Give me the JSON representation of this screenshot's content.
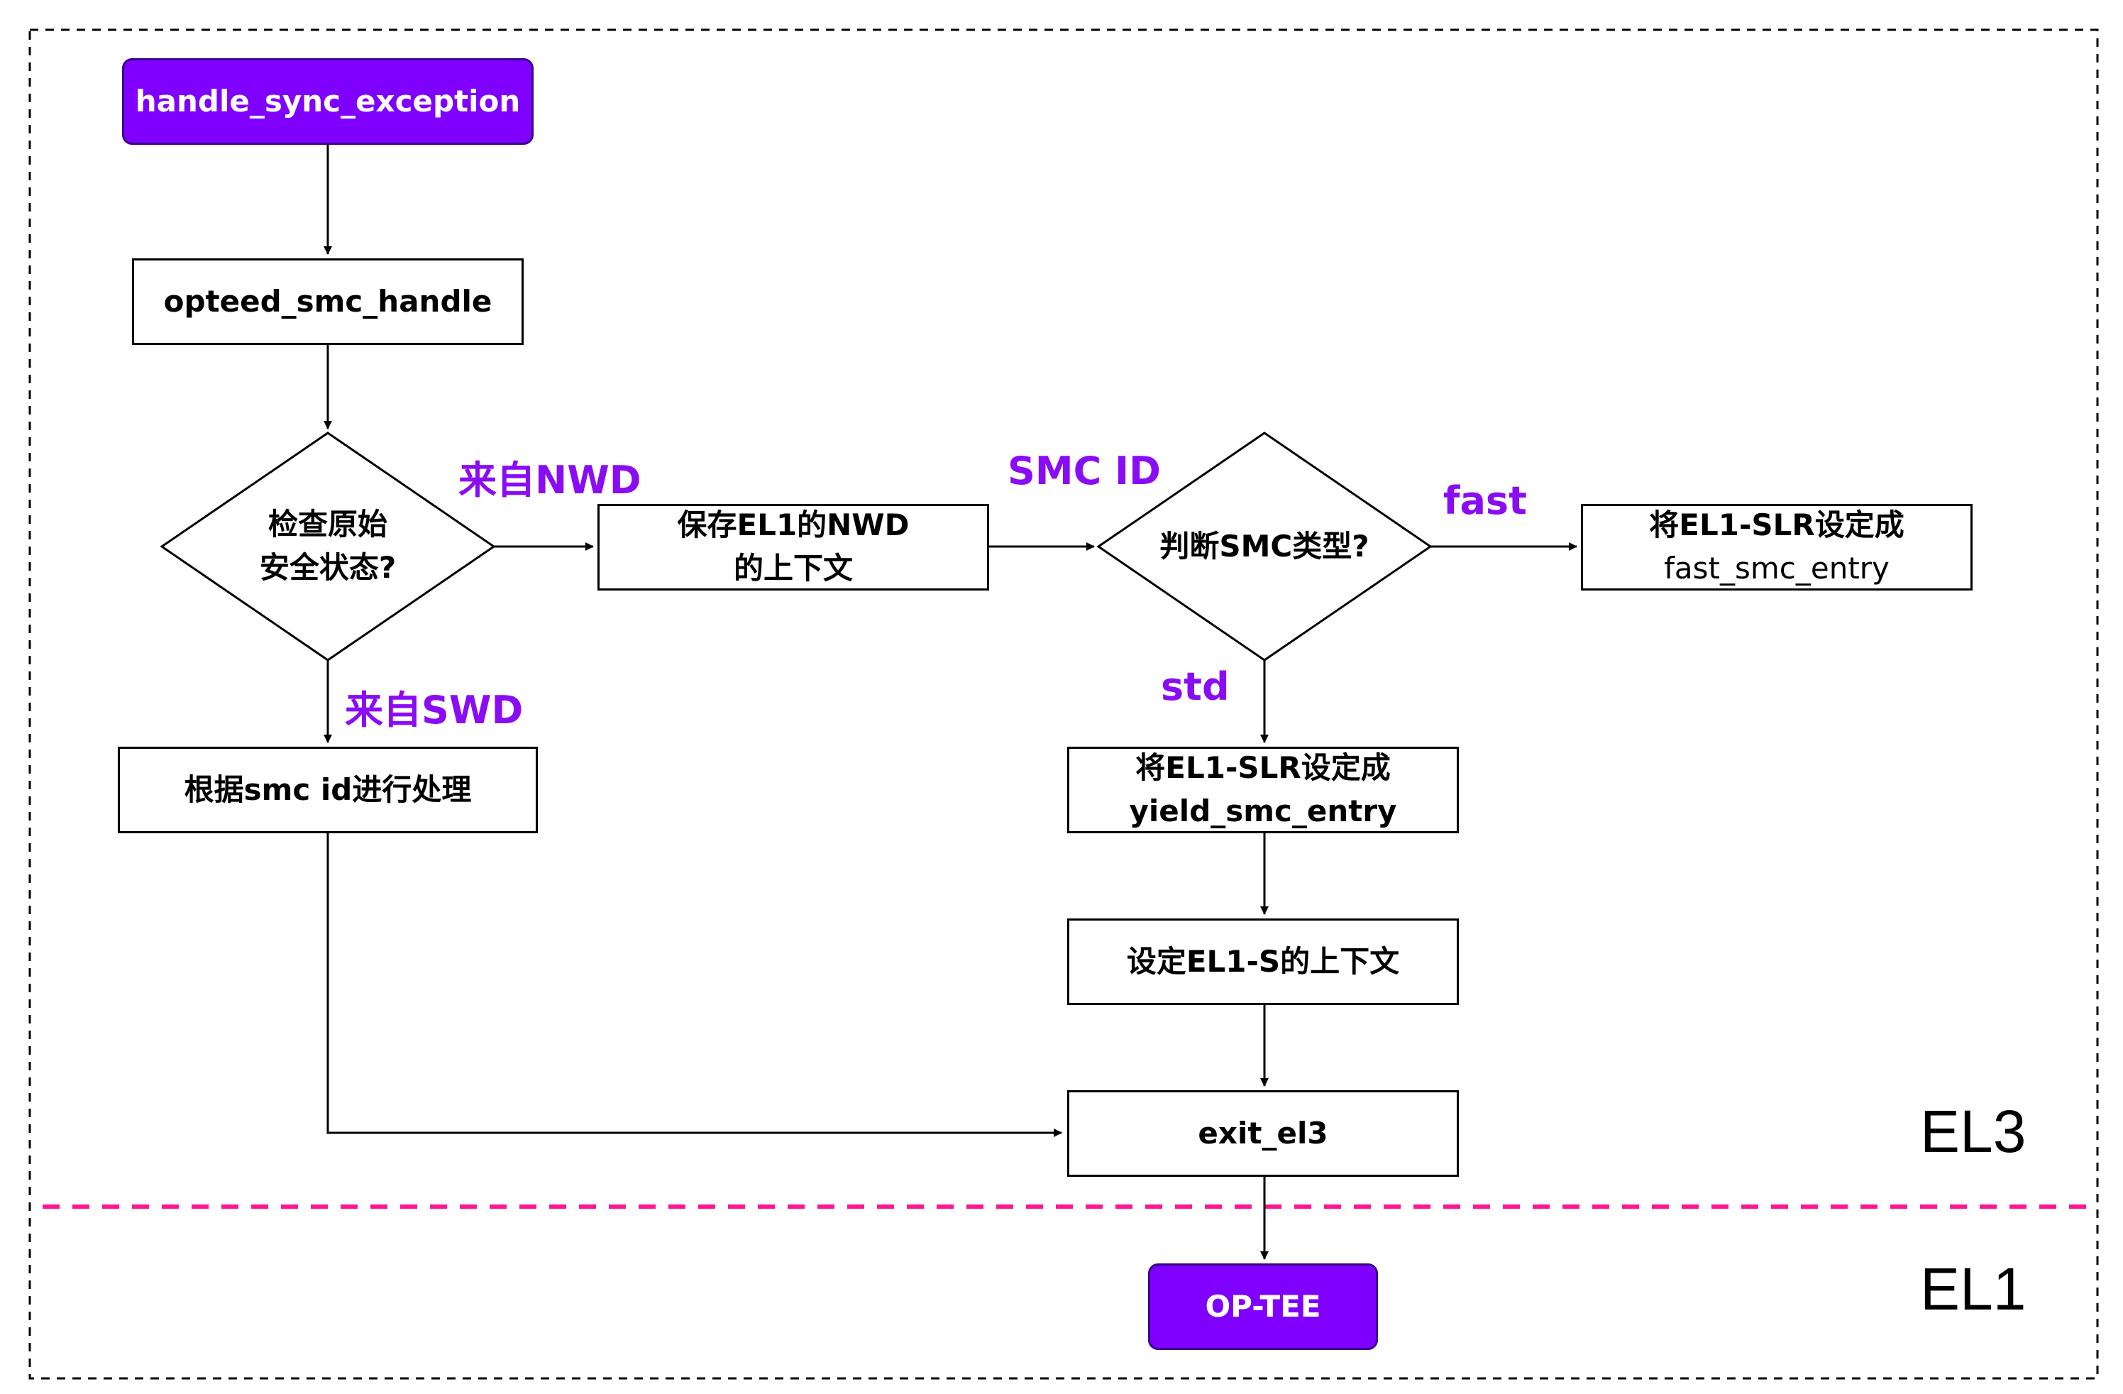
{
  "nodes": {
    "handle_sync": "handle_sync_exception",
    "opteed_handle": "opteed_smc_handle",
    "check_state": [
      "检查原始",
      "安全状态?"
    ],
    "save_nwd": [
      "保存EL1的NWD",
      "的上下文"
    ],
    "judge_smc": "判断SMC类型?",
    "fast_entry": [
      "将EL1-SLR设定成",
      "fast_smc_entry"
    ],
    "process_smc_id": "根据smc id进行处理",
    "yield_entry": [
      "将EL1-SLR设定成",
      "yield_smc_entry"
    ],
    "set_context": "设定EL1-S的上下文",
    "exit_el3": "exit_el3",
    "optee": "OP-TEE"
  },
  "edge_labels": {
    "from_nwd": "来自NWD",
    "smc_id": "SMC ID",
    "fast": "fast",
    "from_swd": "来自SWD",
    "std": "std"
  },
  "levels": {
    "upper": "EL3",
    "lower": "EL1"
  },
  "colors": {
    "accent_fill": "#7f00ff",
    "accent_border": "#3a008c",
    "edge_label": "#8a0cf5",
    "divider": "#ff1493",
    "frame": "#000000"
  }
}
